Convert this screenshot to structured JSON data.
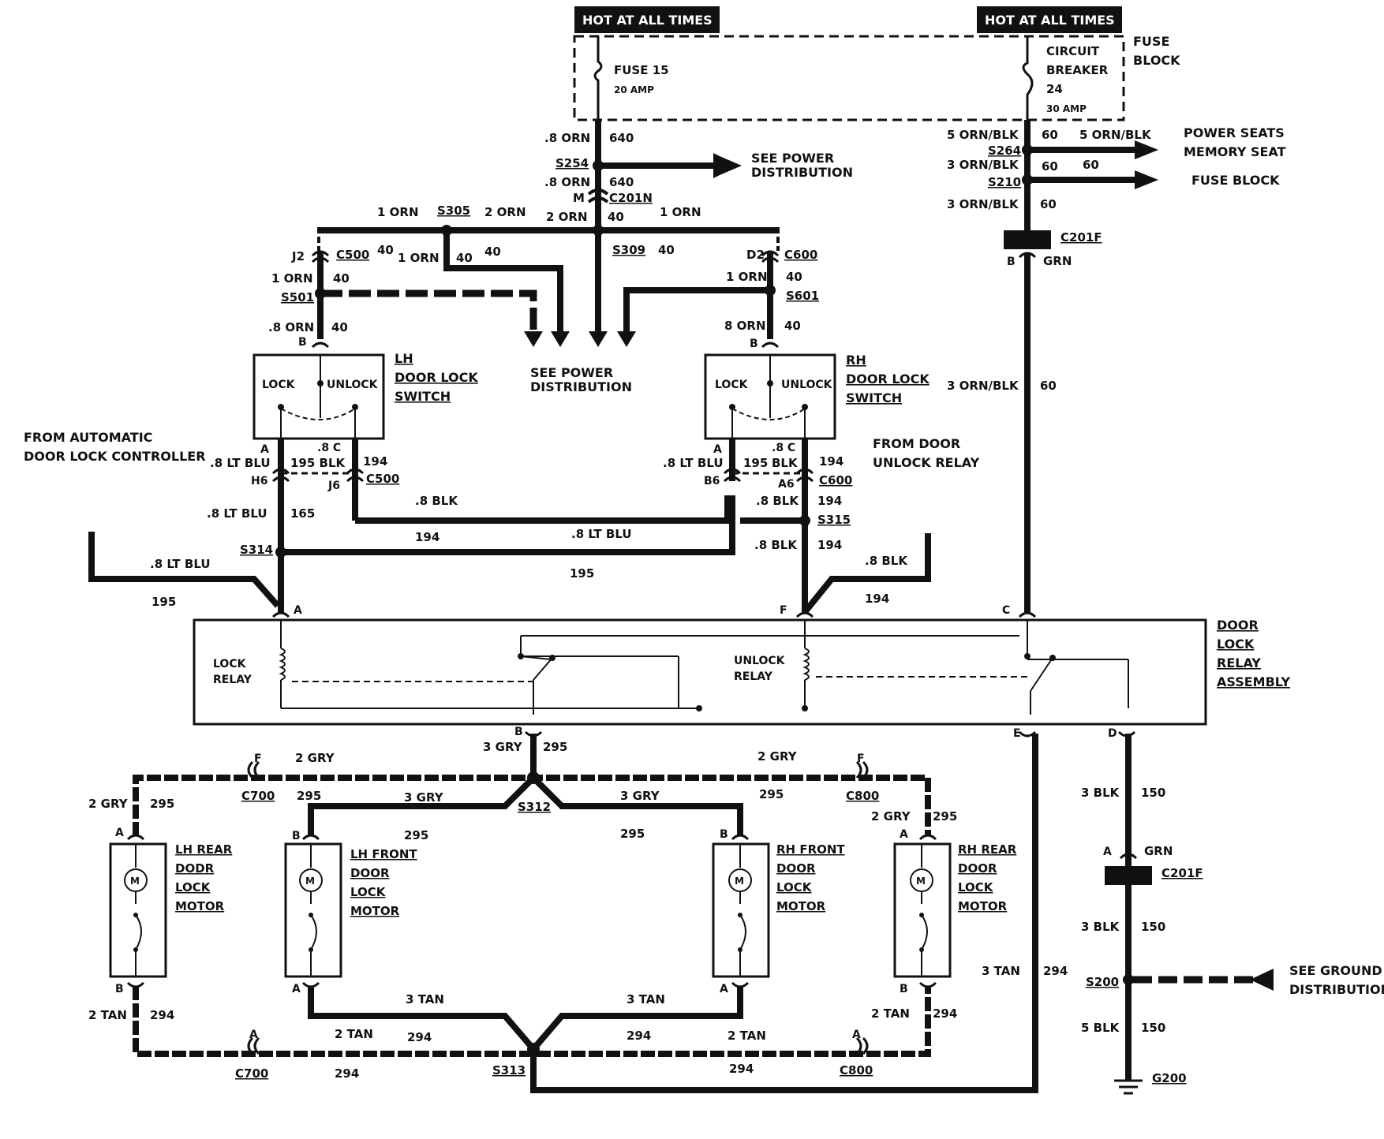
{
  "fuse_block": {
    "hot_left": "HOT AT ALL TIMES",
    "hot_right": "HOT AT ALL TIMES",
    "title": [
      "FUSE",
      "BLOCK"
    ],
    "fuse_name": "FUSE 15",
    "fuse_rating": "20 AMP",
    "breaker_name": [
      "CIRCUIT",
      "BREAKER",
      "24"
    ],
    "breaker_rating": "30 AMP"
  },
  "feed": {
    "w_640a": ".8 ORN",
    "c_640a": "640",
    "s254": "S254",
    "see_power_1": "SEE POWER",
    "see_power_2": "DISTRIBUTION",
    "w_640b": ".8 ORN",
    "c_640b": "640",
    "m": "M",
    "c201n": "C201N",
    "w_1orn_a": "1 ORN",
    "s305": "S305",
    "w_2orn_a": "2 ORN",
    "w_2orn_b": "2 ORN",
    "c40_a": "40",
    "w_1orn_b": "1 ORN",
    "c40_b": "40",
    "c40_c": "40",
    "w_1orn_c": "1 ORN",
    "c40_d": "40",
    "s309": "S309",
    "c40_e": "40"
  },
  "lh_switch": {
    "j2": "J2",
    "c500": "C500",
    "w_1orn": "1 ORN",
    "c40_a": "40",
    "s501": "S501",
    "w_8orn": ".8 ORN",
    "c40_b": "40",
    "pin_b": "B",
    "title": [
      "LH",
      "DOOR LOCK",
      "SWITCH"
    ],
    "lock": "LOCK",
    "unlock": "UNLOCK",
    "pin_a": "A",
    "pin_c": ".8 C",
    "w_ltblu": ".8 LT BLU",
    "c195blk": "195 BLK",
    "c194": "194",
    "h6": "H6",
    "j6": "J6",
    "c500b": "C500"
  },
  "rh_switch": {
    "d2": "D2",
    "c600": "C600",
    "w_1orn": "1 ORN",
    "c40_a": "40",
    "s601": "S601",
    "w_8orn": "8 ORN",
    "c40_b": "40",
    "pin_b": "B",
    "title": [
      "RH",
      "DOOR LOCK",
      "SWITCH"
    ],
    "lock": "LOCK",
    "unlock": "UNLOCK",
    "pin_a": "A",
    "pin_c": ".8 C",
    "w_ltblu": ".8 LT BLU",
    "c195": "195",
    "blk": "BLK",
    "c194": "194",
    "b6": "B6",
    "a6": "A6",
    "c600b": "C600"
  },
  "see_power_center": [
    "SEE POWER",
    "DISTRIBUTION"
  ],
  "from_auto": [
    "FROM AUTOMATIC",
    "DOOR LOCK CONTROLLER"
  ],
  "from_door": [
    "FROM DOOR",
    "UNLOCK RELAY"
  ],
  "middle": {
    "w_ltblu_165": ".8 LT BLU",
    "c165": "165",
    "w_blk": ".8 BLK",
    "s314": "S314",
    "c194": "194",
    "w_ltblu": ".8 LT BLU",
    "c195": "195",
    "w_ltblu_ext": ".8 LT BLU",
    "c195_ext": "195",
    "rh_blk_a": ".8 BLK",
    "rh_194_a": "194",
    "s315": "S315",
    "rh_blk_b": ".8 BLK",
    "rh_194_b": "194",
    "ext_blk": ".8 BLK",
    "ext_194": "194"
  },
  "relay": {
    "pin_a": "A",
    "pin_f": "F",
    "pin_c": "C",
    "lock": [
      "LOCK",
      "RELAY"
    ],
    "unlock": [
      "UNLOCK",
      "RELAY"
    ],
    "title": [
      "DOOR",
      "LOCK",
      "RELAY",
      "ASSEMBLY"
    ],
    "pin_b": "B",
    "pin_e": "E",
    "pin_d": "D"
  },
  "right_feed": {
    "w_5ornblk": "5 ORN/BLK",
    "c60_a": "60",
    "w_5ornblk_out": "5 ORN/BLK",
    "s264": "S264",
    "power_seats": [
      "POWER SEATS",
      "MEMORY SEAT"
    ],
    "w_3ornblk_a": "3 ORN/BLK",
    "c60_b": "60",
    "c60_c": "60",
    "s210": "S210",
    "fuse_block": "FUSE BLOCK",
    "w_3ornblk_b": "3 ORN/BLK",
    "c60_d": "60",
    "c201f": "C201F",
    "pin_b": "B",
    "grn": "GRN",
    "w_3ornblk_c": "3 ORN/BLK",
    "c60_e": "60"
  },
  "motors": {
    "b_3gry": "3 GRY",
    "b_295": "295",
    "f_left": "F",
    "gry_left": "2 GRY",
    "f_right": "F",
    "gry_right": "2 GRY",
    "c700_top": "C700",
    "c295_a": "295",
    "gry3_left": "3 GRY",
    "s312": "S312",
    "gry3_right": "3 GRY",
    "c295_b": "295",
    "c800_top": "C800",
    "lhr_gry": "2 GRY",
    "lhr_295": "295",
    "c295_c": "295",
    "c295_d": "295",
    "rhr_gry": "2 GRY",
    "rhr_295": "295",
    "lh_rear": [
      "LH REAR",
      "DODR",
      "LOCK",
      "MOTOR"
    ],
    "lh_front": [
      "LH FRONT",
      "DOOR",
      "LOCK",
      "MOTOR"
    ],
    "rh_front": [
      "RH FRONT",
      "DOOR",
      "LOCK",
      "MOTOR"
    ],
    "rh_rear": [
      "RH REAR",
      "DOOR",
      "LOCK",
      "MOTOR"
    ],
    "m": "M",
    "pa": "A",
    "pb": "B",
    "tan3_left": "3 TAN",
    "tan3_right": "3 TAN",
    "lhr_tan": "2 TAN",
    "lhr_294": "294",
    "a_left": "A",
    "tan2_a": "2 TAN",
    "c294_a": "294",
    "c294_b": "294",
    "tan2_b": "2 TAN",
    "a_right": "A",
    "rhr_tan": "2 TAN",
    "rhr_294": "294",
    "c700_bot": "C700",
    "c294_c": "294",
    "s313": "S313",
    "c294_d": "294",
    "c800_bot": "C800",
    "tan3_e": "3 TAN",
    "c294_e": "294"
  },
  "ground": {
    "w_3blk_a": "3 BLK",
    "c150_a": "150",
    "pin_a": "A",
    "grn": "GRN",
    "c201f": "C201F",
    "w_3blk_b": "3 BLK",
    "c150_b": "150",
    "s200": "S200",
    "see_ground": [
      "SEE GROUND",
      "DISTRIBUTION"
    ],
    "w_5blk": "5 BLK",
    "c150_c": "150",
    "g200": "G200"
  }
}
